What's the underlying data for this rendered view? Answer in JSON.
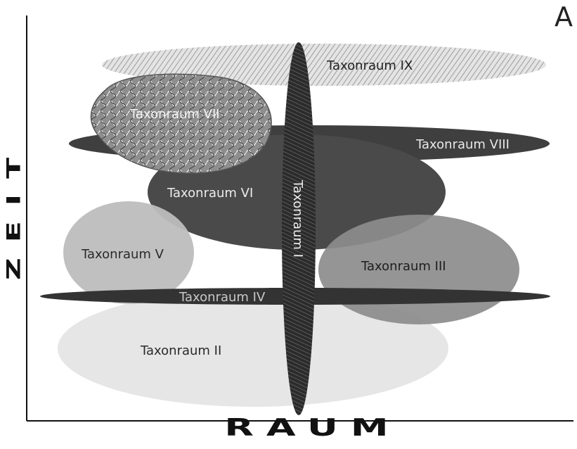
{
  "panel_label": "A",
  "axes": {
    "x_label": "RAUM",
    "y_label": "ZEIT"
  },
  "regions": {
    "ix": {
      "label": "Taxonraum IX",
      "fill": "#d6d6d6"
    },
    "viii": {
      "label": "Taxonraum VIII",
      "fill": "#3f3f3f"
    },
    "vii": {
      "label": "Taxonraum VII",
      "fill": "#9a9a9a"
    },
    "vi": {
      "label": "Taxonraum VI",
      "fill": "#4a4a4a"
    },
    "v": {
      "label": "Taxonraum V",
      "fill": "#bdbdbd"
    },
    "iii": {
      "label": "Taxonraum III",
      "fill": "#8c8c8c"
    },
    "iv": {
      "label": "Taxonraum IV",
      "fill": "#333333"
    },
    "ii": {
      "label": "Taxonraum II",
      "fill": "#e6e6e6"
    },
    "i": {
      "label": "Taxonraum I",
      "fill": "#2a2a2a"
    }
  }
}
